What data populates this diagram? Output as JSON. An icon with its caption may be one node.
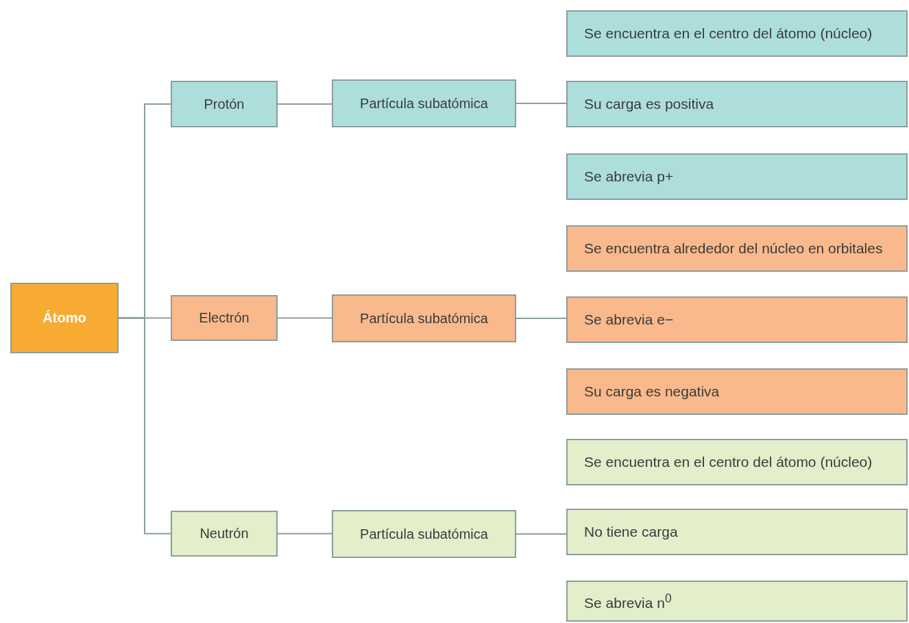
{
  "diagram": {
    "nodes": [
      {
        "text": [
          "Átomo"
        ]
      },
      {
        "text": [
          "Protón"
        ]
      },
      {
        "text": [
          "Partícula subatómica"
        ]
      },
      {
        "text": [
          "Se encuentra en el centro del átomo (núcleo)"
        ]
      },
      {
        "text": [
          "Su carga es positiva"
        ]
      },
      {
        "text": [
          "Se abrevia p+"
        ]
      },
      {
        "text": [
          "Electrón"
        ]
      },
      {
        "text": [
          "Partícula subatómica"
        ]
      },
      {
        "text": [
          "Se encuentra alrededor del núcleo en orbitales"
        ]
      },
      {
        "text": [
          "Se abrevia e−"
        ]
      },
      {
        "text": [
          "Su carga es negativa"
        ]
      },
      {
        "text": [
          "Neutrón"
        ]
      },
      {
        "text": [
          "Partícula subatómica"
        ]
      },
      {
        "text": [
          "Se encuentra en el centro del átomo (núcleo)"
        ]
      },
      {
        "text": [
          "No tiene carga"
        ]
      },
      {
        "text": [
          "Se abrevia n$^{0}$"
        ]
      }
    ],
    "edges": [
      {
        "from": 0,
        "to": 1,
        "arrow": "none"
      },
      {
        "from": 0,
        "to": 6,
        "arrow": "none"
      },
      {
        "from": 0,
        "to": 11,
        "arrow": "none"
      },
      {
        "from": 1,
        "to": 2,
        "arrow": "none"
      },
      {
        "from": 2,
        "to": 4,
        "arrow": "none"
      },
      {
        "from": 6,
        "to": 7,
        "arrow": "none"
      },
      {
        "from": 7,
        "to": 9,
        "arrow": "none"
      },
      {
        "from": 11,
        "to": 12,
        "arrow": "none"
      },
      {
        "from": 12,
        "to": 14,
        "arrow": "none"
      }
    ]
  }
}
